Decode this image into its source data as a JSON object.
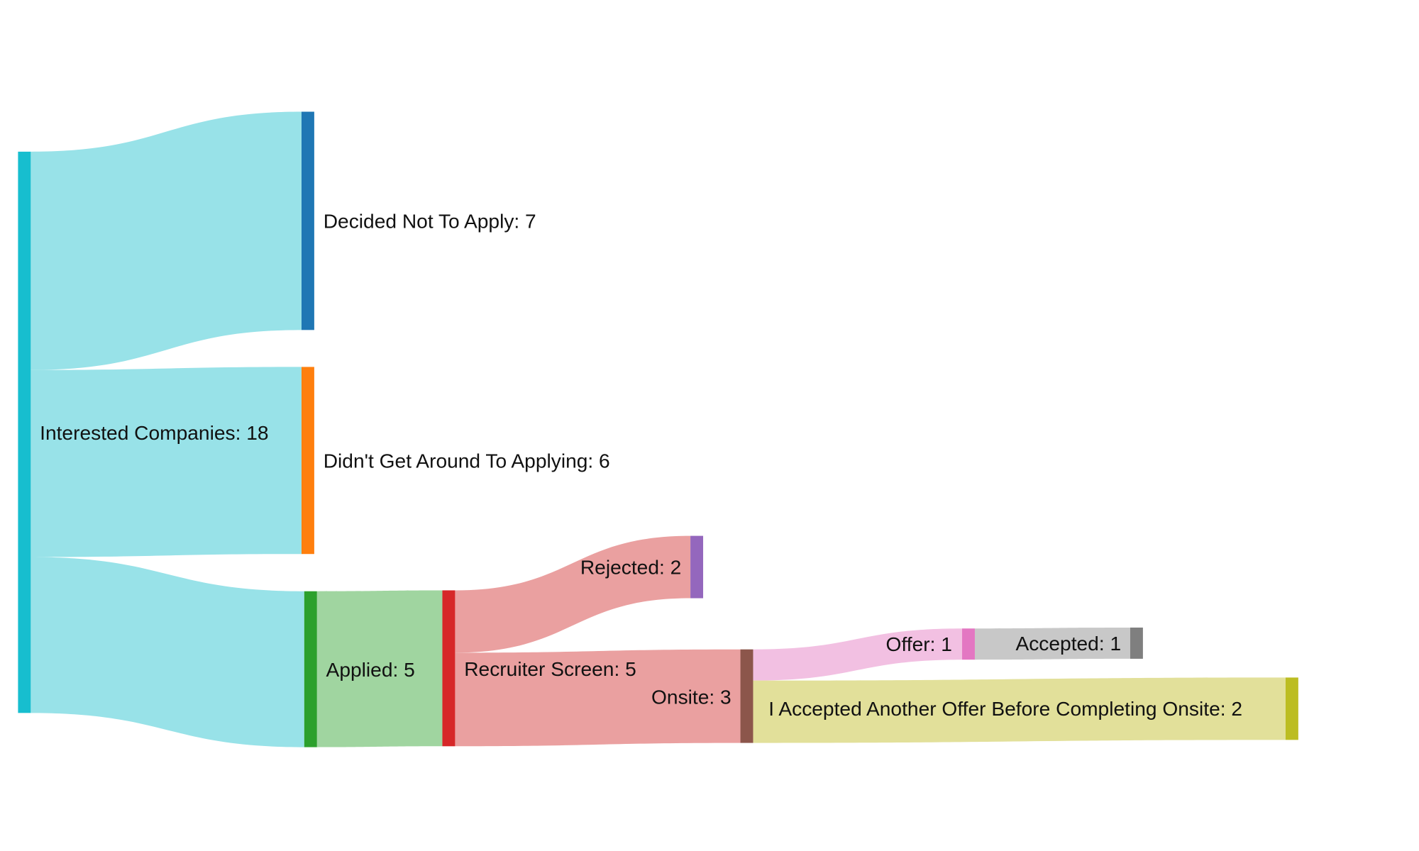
{
  "chart_data": {
    "type": "sankey",
    "title": "",
    "nodes": [
      {
        "name": "Interested Companies",
        "value": 18,
        "label": "Interested Companies: 18",
        "color": "#17becf"
      },
      {
        "name": "Decided Not To Apply",
        "value": 7,
        "label": "Decided Not To Apply: 7",
        "color": "#1f77b4"
      },
      {
        "name": "Didn't Get Around To Applying",
        "value": 6,
        "label": "Didn't Get Around To Applying: 6",
        "color": "#ff7f0e"
      },
      {
        "name": "Applied",
        "value": 5,
        "label": "Applied: 5",
        "color": "#2ca02c"
      },
      {
        "name": "Recruiter Screen",
        "value": 5,
        "label": "Recruiter Screen: 5",
        "color": "#d62728"
      },
      {
        "name": "Rejected",
        "value": 2,
        "label": "Rejected: 2",
        "color": "#9467bd"
      },
      {
        "name": "Onsite",
        "value": 3,
        "label": "Onsite: 3",
        "color": "#8c564b"
      },
      {
        "name": "Offer",
        "value": 1,
        "label": "Offer: 1",
        "color": "#e377c2"
      },
      {
        "name": "Accepted",
        "value": 1,
        "label": "Accepted: 1",
        "color": "#7f7f7f"
      },
      {
        "name": "I Accepted Another Offer Before Completing Onsite",
        "value": 2,
        "label": "I Accepted Another Offer Before Completing Onsite: 2",
        "color": "#bcbd22"
      }
    ],
    "links": [
      {
        "source": 0,
        "target": 1,
        "value": 7,
        "color": "#98e2e8"
      },
      {
        "source": 0,
        "target": 2,
        "value": 6,
        "color": "#98e2e8"
      },
      {
        "source": 0,
        "target": 3,
        "value": 5,
        "color": "#98e2e8"
      },
      {
        "source": 3,
        "target": 4,
        "value": 5,
        "color": "#a0d5a0"
      },
      {
        "source": 4,
        "target": 5,
        "value": 2,
        "color": "#eaa0a0"
      },
      {
        "source": 4,
        "target": 6,
        "value": 3,
        "color": "#eaa0a0"
      },
      {
        "source": 6,
        "target": 7,
        "value": 1,
        "color": "#f2c0e2"
      },
      {
        "source": 6,
        "target": 9,
        "value": 2,
        "color": "#e2e09a"
      },
      {
        "source": 7,
        "target": 8,
        "value": 1,
        "color": "#c8c8c8"
      }
    ]
  }
}
